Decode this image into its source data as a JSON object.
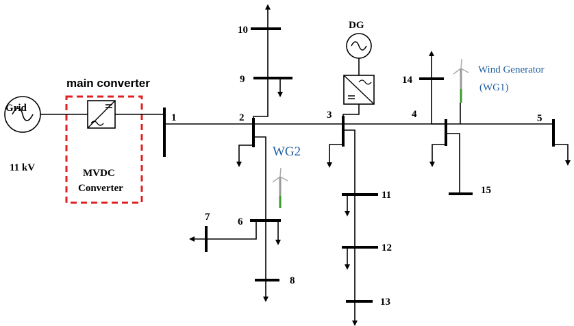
{
  "labels": {
    "main_converter": "main converter",
    "grid": "Grid",
    "grid_voltage": "11 kV",
    "mvdc": "MVDC",
    "converter": "Converter",
    "dg": "DG",
    "wg2": "WG2",
    "wind_generator": "Wind Generator",
    "wg1": "(WG1)"
  },
  "buses": {
    "b1": "1",
    "b2": "2",
    "b3": "3",
    "b4": "4",
    "b5": "5",
    "b6": "6",
    "b7": "7",
    "b8": "8",
    "b9": "9",
    "b10": "10",
    "b11": "11",
    "b12": "12",
    "b13": "13",
    "b14": "14",
    "b15": "15"
  },
  "colors": {
    "dashed_box": "#e02020",
    "wind_label": "#1f5f9e",
    "turbine_base": "#3a9a2a"
  },
  "icons": {
    "source": "ac-source-icon",
    "converter": "converter-icon",
    "turbine": "wind-turbine-icon",
    "load": "load-arrow-icon"
  }
}
